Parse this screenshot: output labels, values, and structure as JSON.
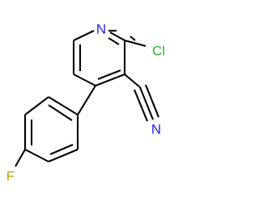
{
  "molecule": {
    "atoms": {
      "nitrogen_ring": {
        "symbol": "N",
        "color": "#1f1fe6"
      },
      "chlorine": {
        "symbol": "Cl",
        "color": "#33b233"
      },
      "nitrogen_nitrile": {
        "symbol": "N",
        "color": "#1f1fe6"
      },
      "fluorine": {
        "symbol": "F",
        "color": "#b8a800"
      }
    }
  }
}
